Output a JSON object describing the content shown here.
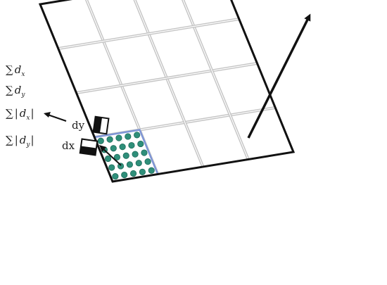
{
  "formulas": [
    {
      "sigma": "∑",
      "open": "",
      "var": "d",
      "sub": "x",
      "close": ""
    },
    {
      "sigma": "∑",
      "open": "",
      "var": "d",
      "sub": "y",
      "close": ""
    },
    {
      "sigma": "∑",
      "open": "|",
      "var": "d",
      "sub": "x",
      "close": "|"
    },
    {
      "sigma": "∑",
      "open": "|",
      "var": "d",
      "sub": "y",
      "close": "|"
    }
  ],
  "haar_labels": {
    "dy": "dy",
    "dx": "dx"
  },
  "grid": {
    "cells_per_side": 4,
    "rotation_deg": 22,
    "subregion_sample_rows": 5,
    "subregion_sample_cols": 5
  },
  "colors": {
    "outline": "#111111",
    "grid_line": "#c4c4c4",
    "subregion_border": "#7e95d6",
    "sample_dot": "#2f8f7a",
    "sample_dot_stroke": "#1f6b5a",
    "arrow": "#111111"
  },
  "icons": {
    "orientation_arrow": "arrow-up-icon",
    "haar_dy": "haar-dy-icon",
    "haar_dx": "haar-dx-icon"
  }
}
